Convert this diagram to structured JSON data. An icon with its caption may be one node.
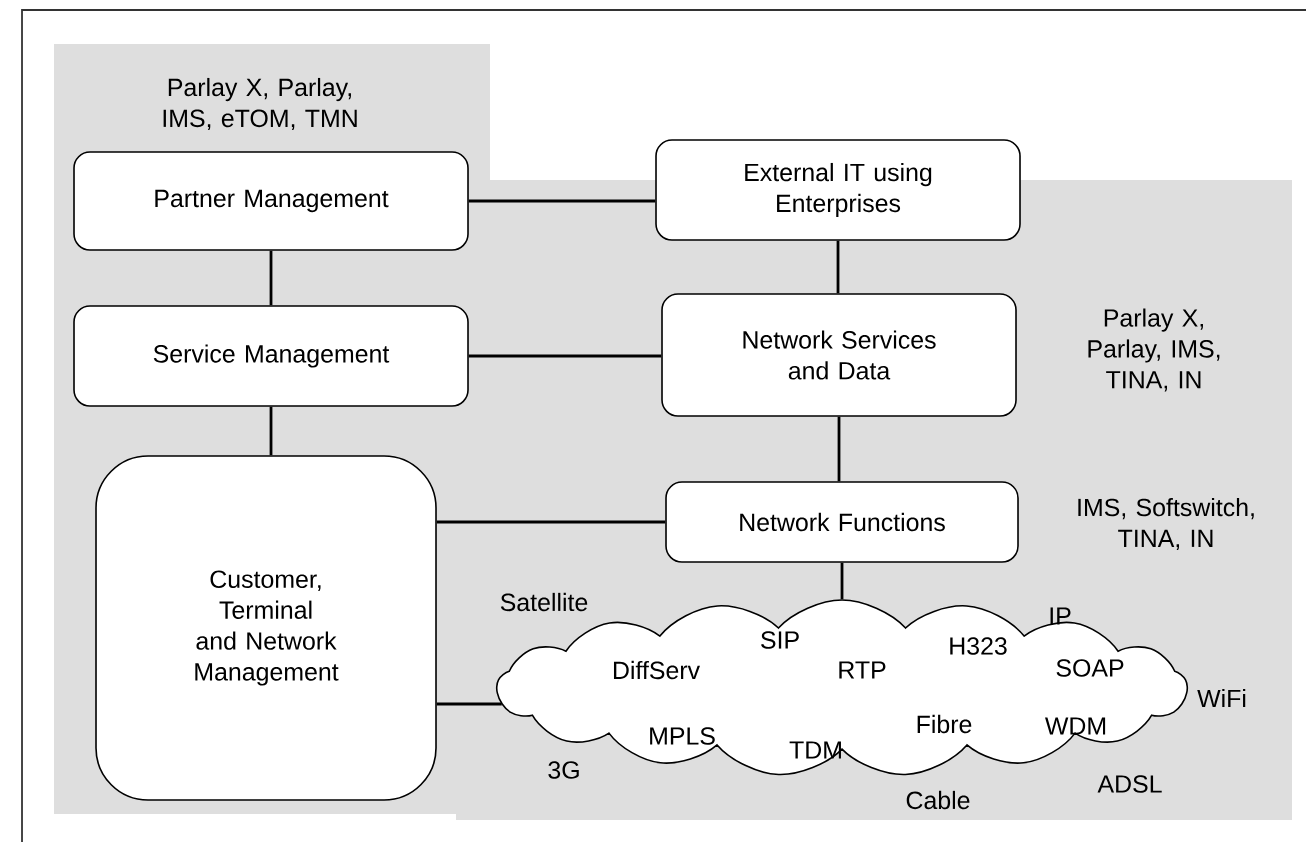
{
  "diagram": {
    "nodes": [
      {
        "text": [
          "Partner Management"
        ],
        "beside": [
          "Parlay X, Parlay, IMS, eTOM, TMN"
        ]
      },
      {
        "text": [
          "External IT using Enterprises"
        ]
      },
      {
        "text": [
          "Service Management"
        ]
      },
      {
        "text": [
          "Network Services and Data"
        ],
        "beside": [
          "Parlay X, Parlay, IMS, TINA, IN"
        ]
      },
      {
        "text": [
          "Customer, Terminal and Network Management"
        ]
      },
      {
        "text": [
          "Network Functions"
        ]
      },
      {
        "text": [
          "DiffServ",
          "SIP",
          "RTP",
          "H323",
          "IP",
          "SOAP",
          "MPLS",
          "TDM",
          "Fibre",
          "WDM"
        ]
      }
    ],
    "edges": [
      {
        "from": 0,
        "to": 1,
        "arrow": "none"
      },
      {
        "from": 0,
        "to": 2,
        "arrow": "none"
      },
      {
        "from": 1,
        "to": 3,
        "arrow": "none"
      },
      {
        "from": 2,
        "to": 3,
        "arrow": "none"
      },
      {
        "from": 2,
        "to": 4,
        "arrow": "none"
      },
      {
        "from": 3,
        "to": 5,
        "arrow": "none"
      },
      {
        "from": 4,
        "to": 5,
        "arrow": "none"
      },
      {
        "from": 5,
        "to": 6,
        "arrow": "none"
      },
      {
        "from": 4,
        "to": 6,
        "arrow": "none"
      }
    ],
    "labels": [
      "IMS, Softswitch, TINA, IN",
      "Satellite",
      "WiFi",
      "3G",
      "Cable",
      "ADSL"
    ]
  }
}
